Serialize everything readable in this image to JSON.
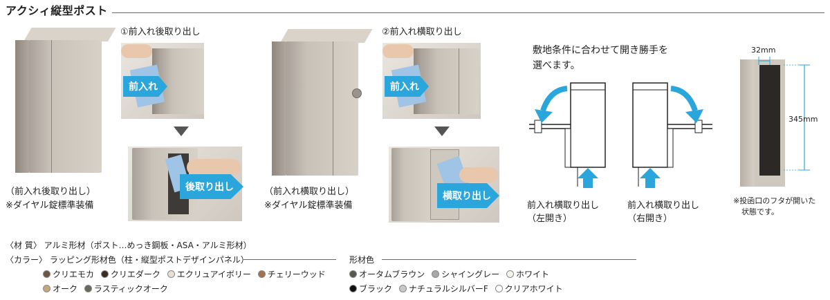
{
  "header": {
    "title": "アクシィ縦型ポスト"
  },
  "variant1": {
    "heading": "①前入れ後取り出し",
    "arrow_in": "前入れ",
    "arrow_out": "後取り出し",
    "caption_1": "（前入れ後取り出し）",
    "caption_2": "※ダイヤル錠標準装備"
  },
  "variant2": {
    "heading": "②前入れ横取り出し",
    "arrow_in": "前入れ",
    "arrow_out": "横取り出し",
    "caption_1": "（前入れ横取り出し）",
    "caption_2": "※ダイヤル錠標準装備"
  },
  "hinge": {
    "note_1": "敷地条件に合わせて開き勝手を",
    "note_2": "選べます。",
    "left_caption_1": "前入れ横取り出し",
    "left_caption_2": "（左開き）",
    "right_caption_1": "前入れ横取り出し",
    "right_caption_2": "（右開き）"
  },
  "dimensions": {
    "width": "32mm",
    "height": "345mm",
    "note_1": "※投函口のフタが開いた",
    "note_2": "状態です。"
  },
  "spec": {
    "material_label": "〈材 質〉",
    "material_value": "アルミ形材（ポスト…めっき鋼板・ASA・アルミ形材）",
    "color_label": "〈カラー〉",
    "color_value": "ラッピング形材色（柱・縦型ポストデザインパネル）",
    "frame_color_label": "形材色"
  },
  "wrap_colors": [
    {
      "name": "クリエモカ",
      "color": "#6e5443"
    },
    {
      "name": "クリエダーク",
      "color": "#3a2a22"
    },
    {
      "name": "エクリュアイボリー",
      "color": "#e8e0cf"
    },
    {
      "name": "チェリーウッド",
      "color": "#a0734d"
    },
    {
      "name": "オーク",
      "color": "#c9a77e"
    },
    {
      "name": "ラスティックオーク",
      "color": "#6d665d"
    }
  ],
  "frame_colors": [
    {
      "name": "オータムブラウン",
      "color": "#5a5650"
    },
    {
      "name": "シャイングレー",
      "color": "#a9a9a9"
    },
    {
      "name": "ホワイト",
      "color": "#f4f2ea"
    },
    {
      "name": "ブラック",
      "color": "#111111"
    },
    {
      "name": "ナチュラルシルバーF",
      "color": "#c8c8c8"
    },
    {
      "name": "クリアホワイト",
      "color": "#ffffff"
    }
  ],
  "colors": {
    "accent_arrow": "#2aa6dc",
    "rule": "#666666"
  }
}
